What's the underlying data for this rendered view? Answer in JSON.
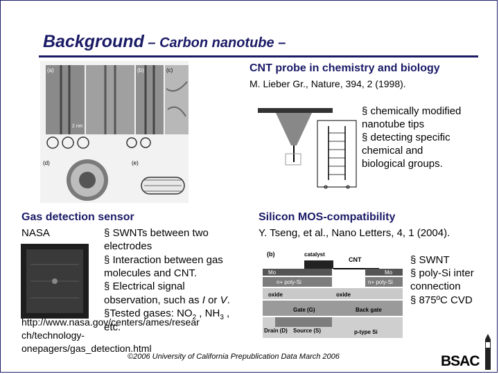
{
  "title": {
    "main": "Background",
    "sub": " – Carbon nanotube –"
  },
  "probe": {
    "heading": "CNT probe in chemistry and biology",
    "citation": "M. Lieber Gr., Nature, 394, 2 (1998).",
    "bullets": [
      "§ chemically modified",
      "nanotube tips",
      "§ detecting specific",
      "chemical and",
      "biological groups."
    ]
  },
  "tem_labels": [
    "(a)",
    "(b)",
    "(c)",
    "(d)",
    "(e)"
  ],
  "tem_scale": "2 nm",
  "gas": {
    "heading": "Gas detection sensor",
    "source": "NASA",
    "lines": [
      "§ SWNTs between two",
      "electrodes",
      "§ Interaction between gas",
      "molecules and CNT.",
      "§ Electrical signal"
    ],
    "obs_pre": "observation, such as ",
    "obs_i": "I",
    "obs_mid": " or ",
    "obs_v": "V",
    "obs_end": ".",
    "tested_pre": "§Tested gases: NO",
    "tested_sub1": "2",
    "tested_mid": " , NH",
    "tested_sub2": "3",
    "tested_end": " ,",
    "etc": "etc.",
    "url_lines": [
      "http://www.nasa.gov/centers/ames/resear",
      "ch/technology-",
      "onepagers/gas_detection.html"
    ]
  },
  "mos": {
    "heading": "Silicon MOS-compatibility",
    "citation": "Y. Tseng, et al., Nano Letters, 4, 1 (2004).",
    "bullets": [
      "§ SWNT",
      "§ poly-Si inter",
      "connection",
      "§ 875ºC CVD"
    ],
    "diagram": {
      "panel_label": "(b)",
      "catalyst": "catalyst",
      "cnt": "CNT",
      "mo_left": "Mo",
      "mo_right": "Mo",
      "npoly_left": "n+ poly-Si",
      "npoly_right": "n+ poly-Si",
      "oxide_left": "oxide",
      "oxide_right": "oxide",
      "gate": "Gate (G)",
      "back_gate": "Back gate",
      "drain": "Drain (D)",
      "source": "Source (S)",
      "ptype": "p-type Si"
    }
  },
  "footer": "©2006 University of California   Prepublication Data March 2006",
  "logo": "BSAC"
}
